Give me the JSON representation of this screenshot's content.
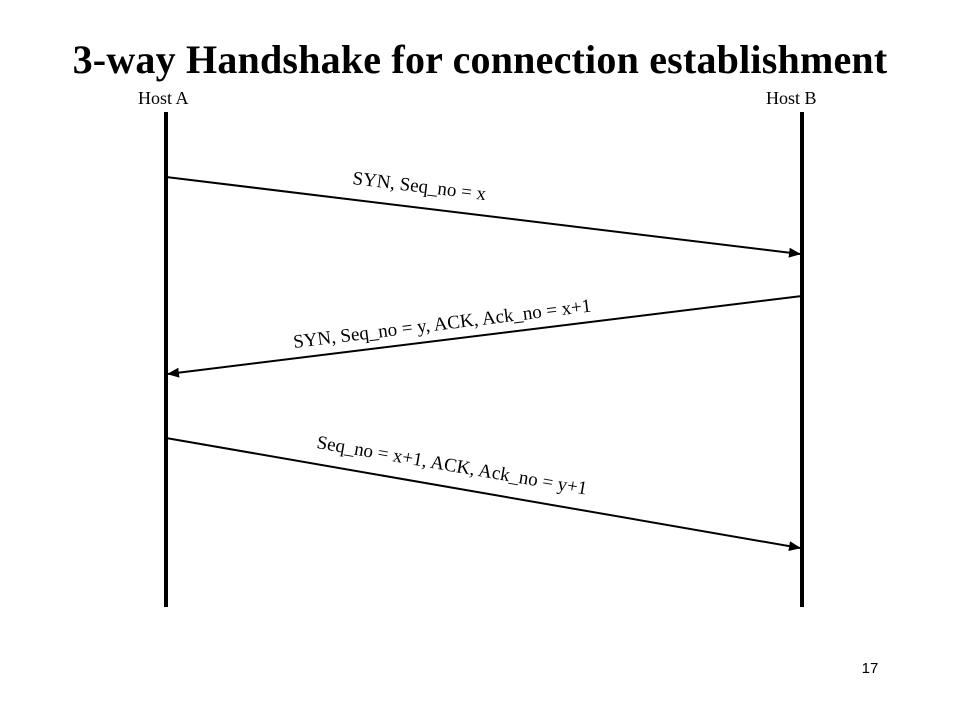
{
  "title": "3-way Handshake for connection establishment",
  "hosts": {
    "a": "Host A",
    "b": "Host B"
  },
  "messages": [
    {
      "label": "SYN, Seq_no = x",
      "direction": "A-to-B"
    },
    {
      "label": "SYN, Seq_no = y, ACK, Ack_no = x+1",
      "direction": "B-to-A"
    },
    {
      "label": "Seq_no = x+1, ACK, Ack_no = y+1",
      "direction": "A-to-B"
    }
  ],
  "page_number": "17",
  "colors": {
    "line": "#000000",
    "background": "#ffffff"
  }
}
